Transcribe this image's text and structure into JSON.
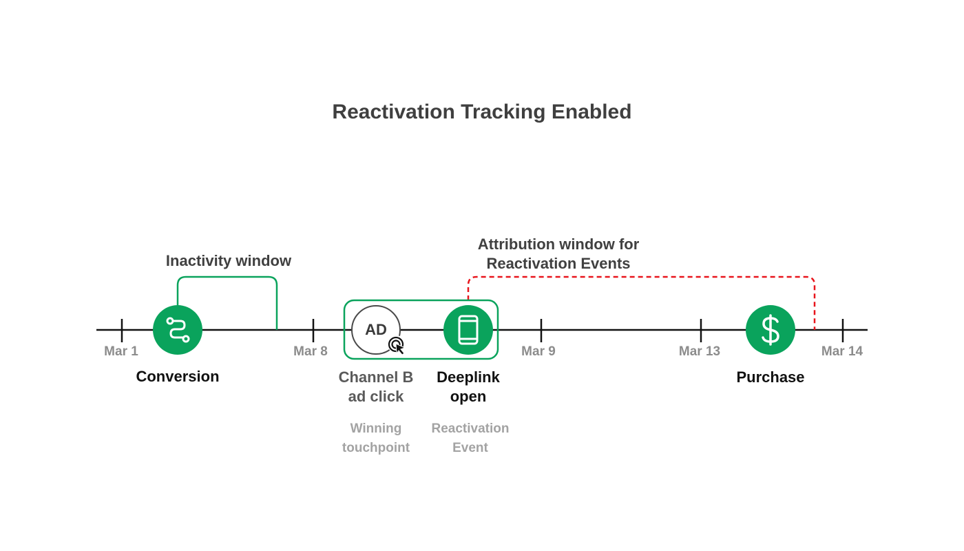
{
  "title": "Reactivation Tracking Enabled",
  "colors": {
    "green": "#0aa35c",
    "axis": "#111111",
    "dashed": "#e8141b",
    "muted": "#8c8c8c"
  },
  "dates": [
    "Mar 1",
    "Mar 8",
    "Mar 9",
    "Mar 13",
    "Mar 14"
  ],
  "windows": {
    "inactivity": "Inactivity window",
    "attribution_line1": "Attribution window for",
    "attribution_line2": "Reactivation Events"
  },
  "events": {
    "conversion": {
      "label": "Conversion",
      "icon": "route-icon"
    },
    "ad_click": {
      "badge": "AD",
      "label_line1": "Channel B",
      "label_line2": "ad click",
      "sub_line1": "Winning",
      "sub_line2": "touchpoint",
      "icon": "cursor-click-icon"
    },
    "deeplink": {
      "label_line1": "Deeplink",
      "label_line2": "open",
      "sub_line1": "Reactivation",
      "sub_line2": "Event",
      "icon": "smartphone-icon"
    },
    "purchase": {
      "label": "Purchase",
      "icon": "dollar-icon"
    }
  }
}
